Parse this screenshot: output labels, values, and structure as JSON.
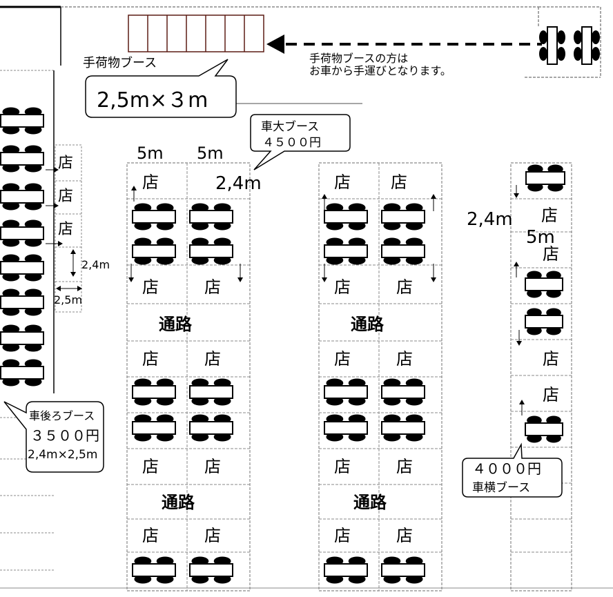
{
  "colors": {
    "line": "#000000",
    "dash": "#888888",
    "booth_edge": "#5a1a12",
    "bg": "#ffffff"
  },
  "labels": {
    "hand_booth_title": "手荷物ブース",
    "hand_booth_size": "2,5m×３m",
    "hand_note_line1": "手荷物ブースの方は",
    "hand_note_line2": "お車から手運びとなります。",
    "car_big_line1": "車大ブース",
    "car_big_line2": "４５００円",
    "back_line1": "車後ろブース",
    "back_line2": "３５００円",
    "back_line3": "2,4m×2,5m",
    "side_line1": "４０００円",
    "side_line2": "車横ブース",
    "dim_5m": "5m",
    "dim_24m": "2,4m",
    "dim_24m_small": "2,4m",
    "dim_25m_small": "2,5m",
    "store": "店",
    "aisle": "通路"
  }
}
